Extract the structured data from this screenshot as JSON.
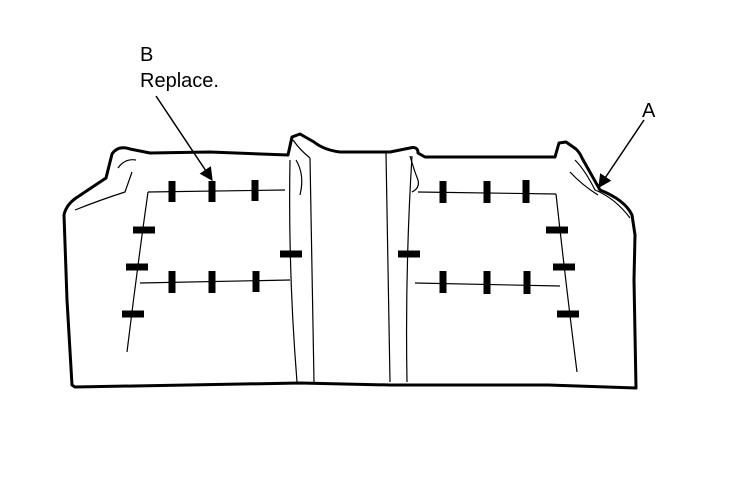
{
  "callouts": {
    "b": {
      "letter": "B",
      "note": "Replace."
    },
    "a": {
      "letter": "A"
    }
  },
  "style": {
    "stroke": "#000000",
    "background": "#ffffff"
  }
}
